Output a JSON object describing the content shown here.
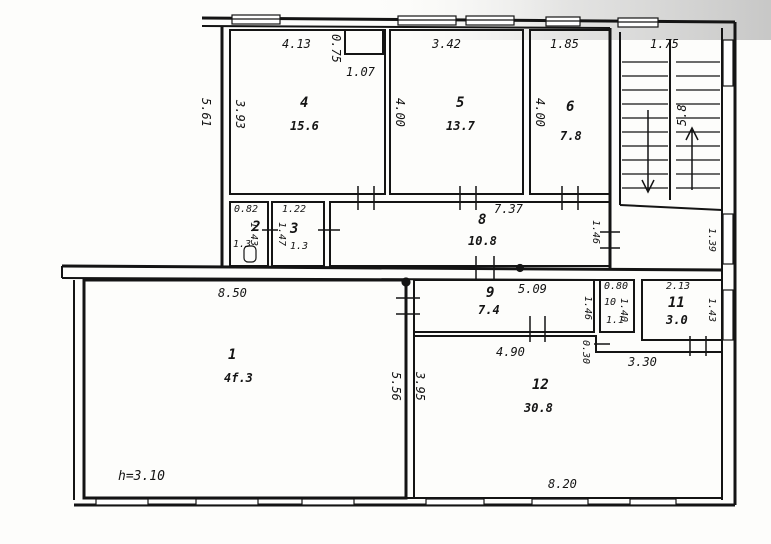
{
  "rooms": [
    {
      "id": "1",
      "number": "1",
      "area": "4f.3"
    },
    {
      "id": "2",
      "number": "2",
      "area": "1.3"
    },
    {
      "id": "3",
      "number": "3",
      "area": "1.3"
    },
    {
      "id": "4",
      "number": "4",
      "area": "15.6"
    },
    {
      "id": "5",
      "number": "5",
      "area": "13.7"
    },
    {
      "id": "6",
      "number": "6",
      "area": "7.8"
    },
    {
      "id": "8",
      "number": "8",
      "area": "10.8"
    },
    {
      "id": "9",
      "number": "9",
      "area": "7.4"
    },
    {
      "id": "10",
      "number": "10",
      "area": "1.1"
    },
    {
      "id": "11",
      "number": "11",
      "area": "3.0"
    },
    {
      "id": "12",
      "number": "12",
      "area": "30.8"
    }
  ],
  "dimensions": {
    "d_4_13": "4.13",
    "d_0_75": "0.75",
    "d_1_07": "1.07",
    "d_3_42": "3.42",
    "d_1_85": "1.85",
    "d_1_75": "1.75",
    "d_5_61": "5.61",
    "d_3_93": "3.93",
    "d_4_00a": "4.00",
    "d_4_00b": "4.00",
    "d_0_82": "0.82",
    "d_1_22": "1.22",
    "d_1_43": "1.43",
    "d_1_47": "1.47",
    "d_7_37": "7.37",
    "d_1_46a": "1.46",
    "d_1_39": "1.39",
    "d_8_50": "8.50",
    "d_5_09": "5.09",
    "d_0_80": "0.80",
    "d_1_40": "1.40",
    "d_2_13": "2.13",
    "d_1_46b": "1.46",
    "d_1_43b": "1.43",
    "d_4_90": "4.90",
    "d_0_30": "0.30",
    "d_3_30": "3.30",
    "d_5_56": "5.56",
    "d_3_95": "3.95",
    "d_8_20": "8.20",
    "d_5_8": "5.8"
  },
  "height_note": "h=3.10",
  "colors": {
    "ink": "#141414",
    "paper": "#fdfdfb",
    "scan_shadow": "#bdbdbd"
  }
}
